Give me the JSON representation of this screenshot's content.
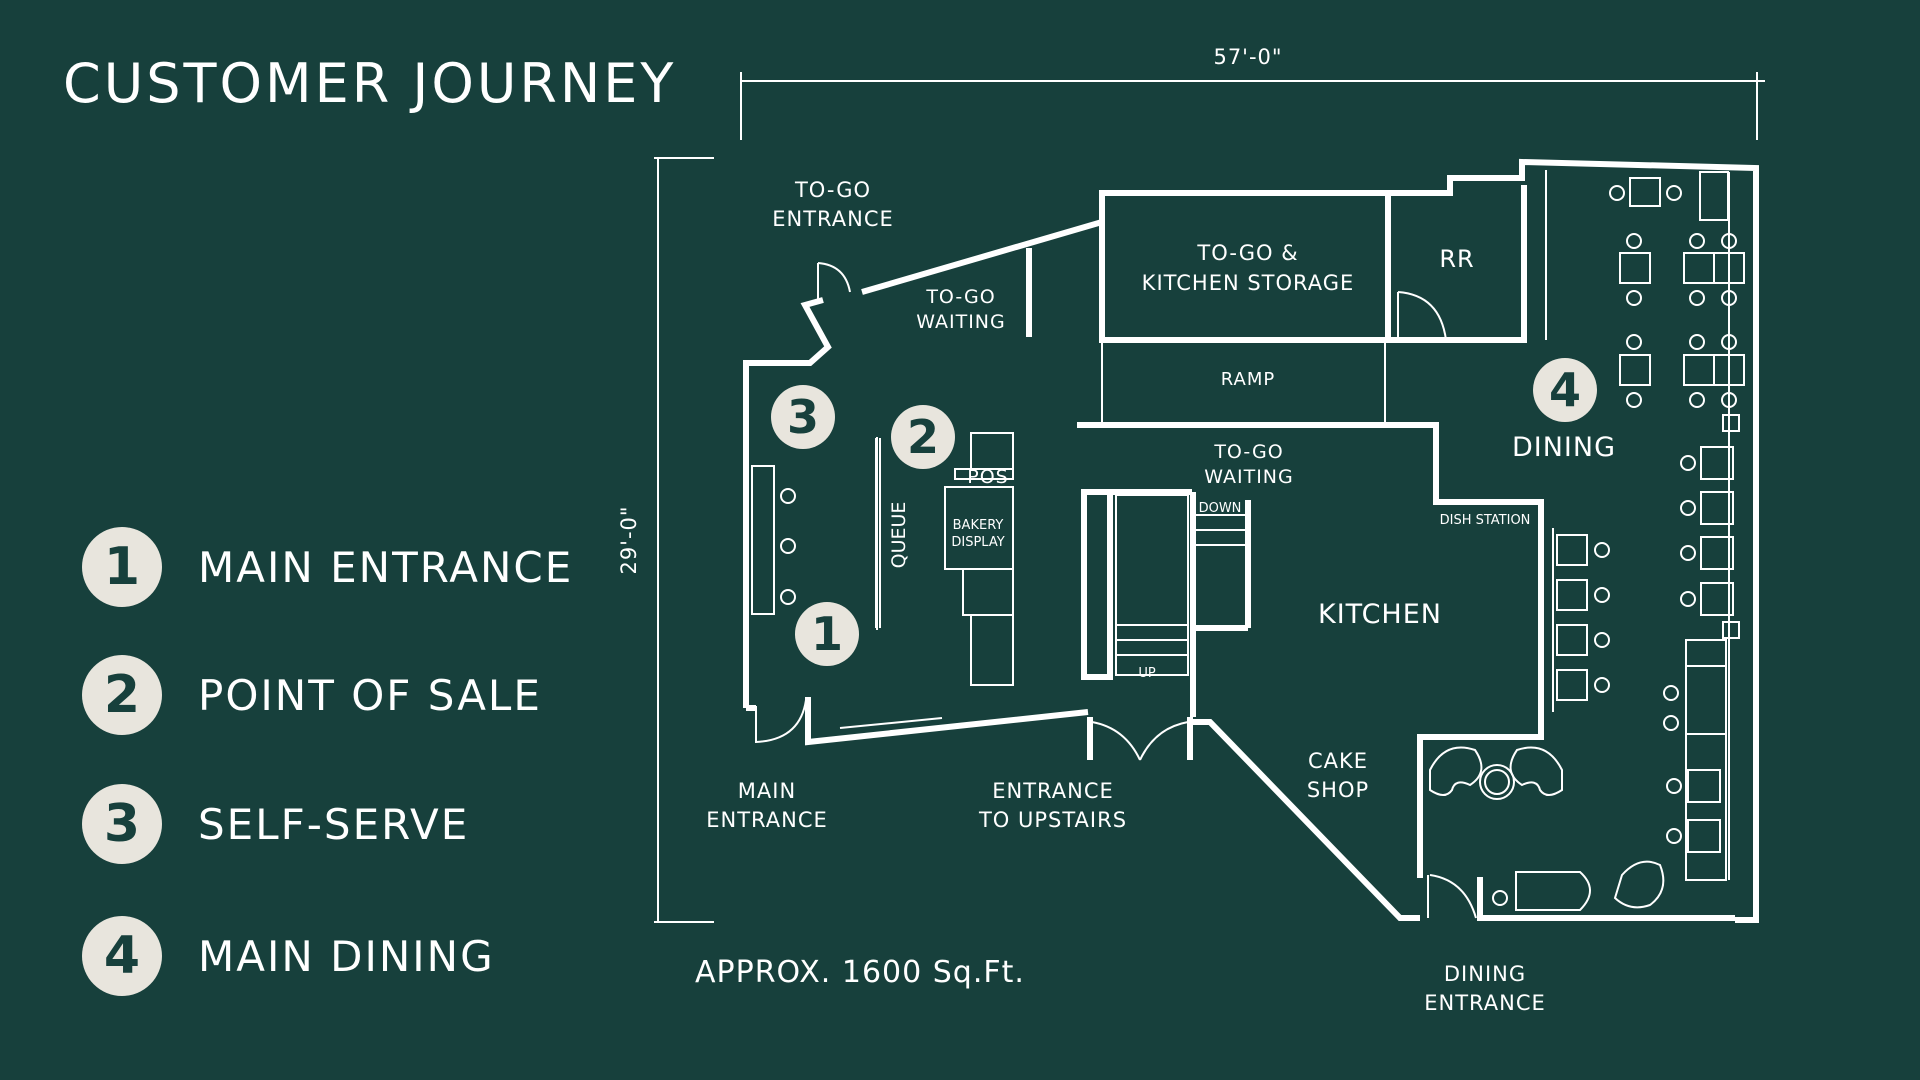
{
  "title": "CUSTOMER JOURNEY",
  "legend": [
    {
      "number": "1",
      "label": "MAIN ENTRANCE"
    },
    {
      "number": "2",
      "label": "POINT OF SALE"
    },
    {
      "number": "3",
      "label": "SELF-SERVE"
    },
    {
      "number": "4",
      "label": "MAIN DINING"
    }
  ],
  "area_note": "APPROX. 1600 Sq.Ft.",
  "dimensions": {
    "width": "57'-0\"",
    "height": "29'-0\""
  },
  "markers": [
    "1",
    "2",
    "3",
    "4"
  ],
  "rooms": {
    "togo_entrance_1": "TO-GO",
    "togo_entrance_2": "ENTRANCE",
    "togo_waiting_a_1": "TO-GO",
    "togo_waiting_a_2": "WAITING",
    "storage_1": "TO-GO &",
    "storage_2": "KITCHEN STORAGE",
    "rr": "RR",
    "ramp": "RAMP",
    "togo_waiting_b_1": "TO-GO",
    "togo_waiting_b_2": "WAITING",
    "dining": "DINING",
    "pos": "POS",
    "bakery_1": "BAKERY",
    "bakery_2": "DISPLAY",
    "queue": "QUEUE",
    "down": "DOWN",
    "up": "UP",
    "dish_station": "DISH STATION",
    "kitchen": "KITCHEN",
    "cake_1": "CAKE",
    "cake_2": "SHOP",
    "main_entrance_1": "MAIN",
    "main_entrance_2": "ENTRANCE",
    "upstairs_1": "ENTRANCE",
    "upstairs_2": "TO UPSTAIRS",
    "dining_entrance_1": "DINING",
    "dining_entrance_2": "ENTRANCE"
  },
  "colors": {
    "background": "#17403c",
    "lines": "#ffffff",
    "badge": "#e8e5dd"
  }
}
